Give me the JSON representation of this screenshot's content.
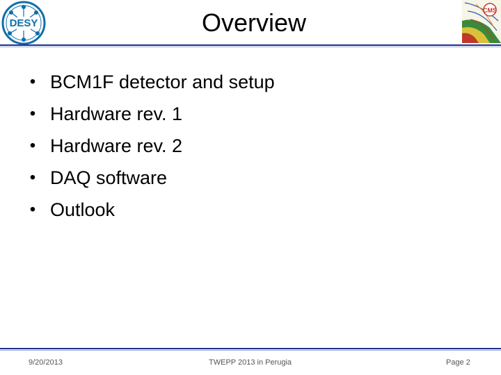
{
  "slide": {
    "title": "Overview",
    "bullets": [
      "BCM1F detector and setup",
      "Hardware rev. 1",
      "Hardware rev. 2",
      "DAQ software",
      "Outlook"
    ],
    "bullet_glyph": "•"
  },
  "logos": {
    "left": {
      "text": "DESY",
      "icon": "desy-logo-icon",
      "color": "#0e6fa8"
    },
    "right": {
      "text": "CMS",
      "icon": "cms-logo-icon"
    }
  },
  "footer": {
    "date": "9/20/2013",
    "center": "TWEPP 2013 in Perugia",
    "page": "Page 2"
  },
  "colors": {
    "rule": "#1c2f8c",
    "text": "#000000",
    "footer_text": "#555555"
  }
}
